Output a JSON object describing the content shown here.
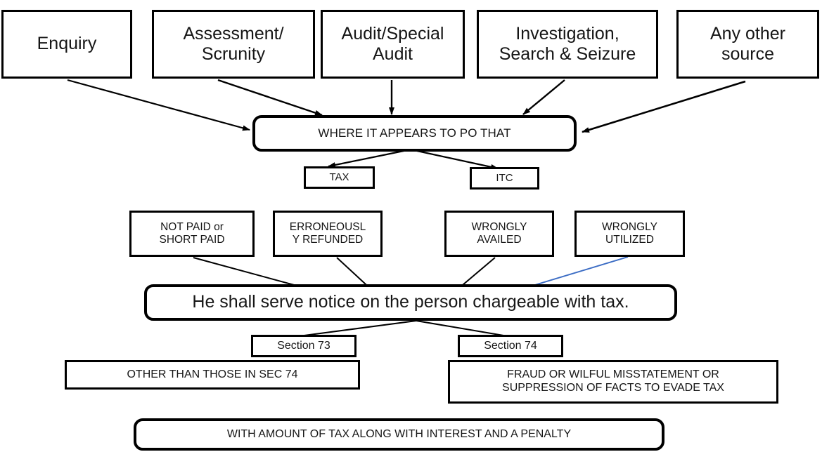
{
  "diagram": {
    "title": "GST demand notice flowchart",
    "colors": {
      "stroke": "#000000",
      "text": "#161616",
      "accent_line": "#3b6cc4",
      "background": "#ffffff"
    },
    "sources": [
      {
        "label": "Enquiry"
      },
      {
        "label": "Assessment/\nScrunity"
      },
      {
        "label": "Audit/Special\nAudit"
      },
      {
        "label": "Investigation,\nSearch & Seizure"
      },
      {
        "label": "Any other\nsource"
      }
    ],
    "po_box": {
      "label": "WHERE IT APPEARS TO PO THAT"
    },
    "subjects": [
      {
        "label": "TAX"
      },
      {
        "label": "ITC"
      }
    ],
    "conditions": [
      {
        "label": "NOT PAID or\nSHORT PAID"
      },
      {
        "label": "ERRONEOUSL\nY REFUNDED"
      },
      {
        "label": "WRONGLY\nAVAILED"
      },
      {
        "label": "WRONGLY\nUTILIZED"
      }
    ],
    "notice_box": {
      "label": "He shall serve notice on the person chargeable with tax."
    },
    "sections": [
      {
        "label": "Section 73"
      },
      {
        "label": "Section 74"
      }
    ],
    "section_details": [
      {
        "label": "OTHER THAN THOSE IN SEC 74"
      },
      {
        "label": "FRAUD OR WILFUL MISSTATEMENT OR\nSUPPRESSION OF FACTS TO EVADE TAX"
      }
    ],
    "final_box": {
      "label": "WITH AMOUNT OF TAX ALONG WITH INTEREST AND A PENALTY"
    }
  }
}
